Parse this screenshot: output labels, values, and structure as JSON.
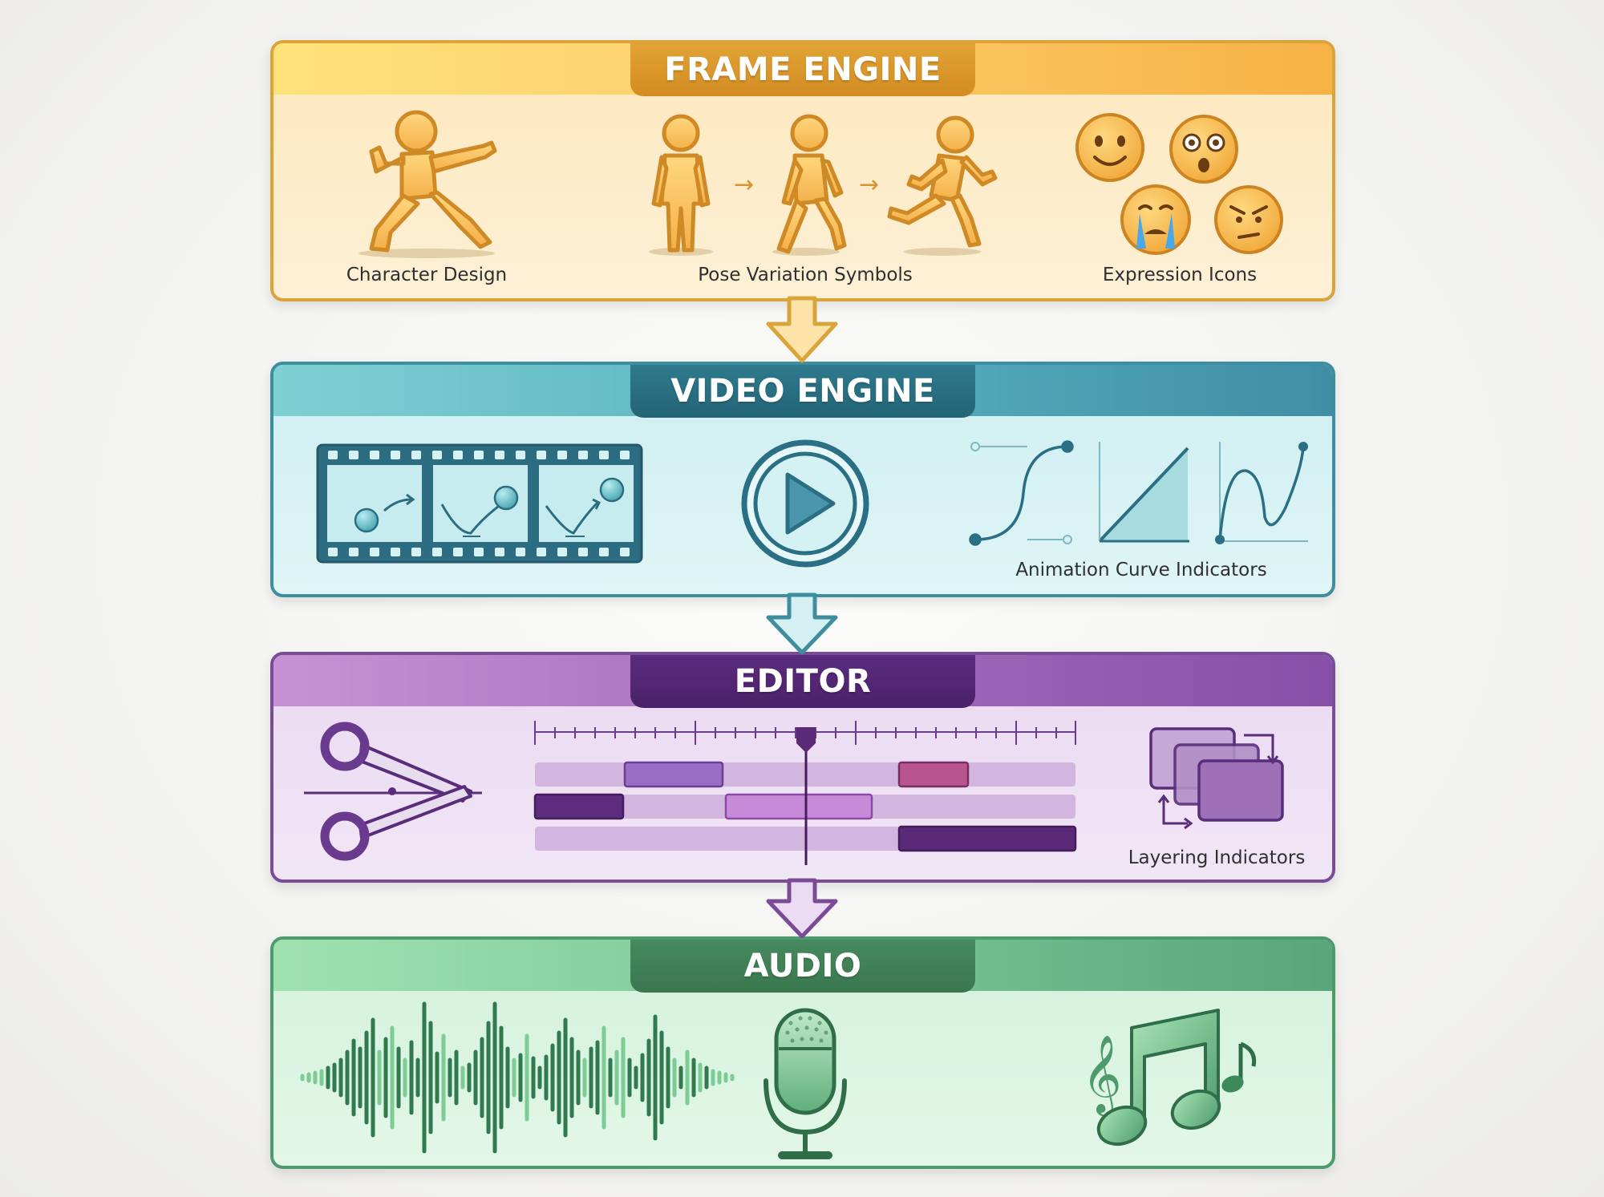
{
  "sections": {
    "frame": {
      "title": "FRAME ENGINE",
      "labels": [
        "Character Design",
        "Pose Variation Symbols",
        "Expression Icons"
      ],
      "icons": [
        "character-figure-icon",
        "standing-figure-icon",
        "walking-figure-icon",
        "running-figure-icon",
        "smile-emoji-icon",
        "surprised-emoji-icon",
        "crying-emoji-icon",
        "angry-emoji-icon"
      ]
    },
    "video": {
      "title": "VIDEO ENGINE",
      "labels": [
        "Animation Curve Indicators"
      ],
      "icons": [
        "film-strip-icon",
        "play-button-icon",
        "ease-curve-icon",
        "linear-curve-icon",
        "wave-curve-icon"
      ]
    },
    "editor": {
      "title": "EDITOR",
      "labels": [
        "Layering Indicators"
      ],
      "icons": [
        "scissors-icon",
        "timeline-icon",
        "layers-icon"
      ]
    },
    "audio": {
      "title": "AUDIO",
      "labels": [],
      "icons": [
        "waveform-icon",
        "microphone-icon",
        "music-notes-icon"
      ]
    }
  },
  "colors": {
    "frame": "#d9a53a",
    "video": "#3e8ea0",
    "editor": "#7a4c96",
    "audio": "#4e9a6d"
  }
}
